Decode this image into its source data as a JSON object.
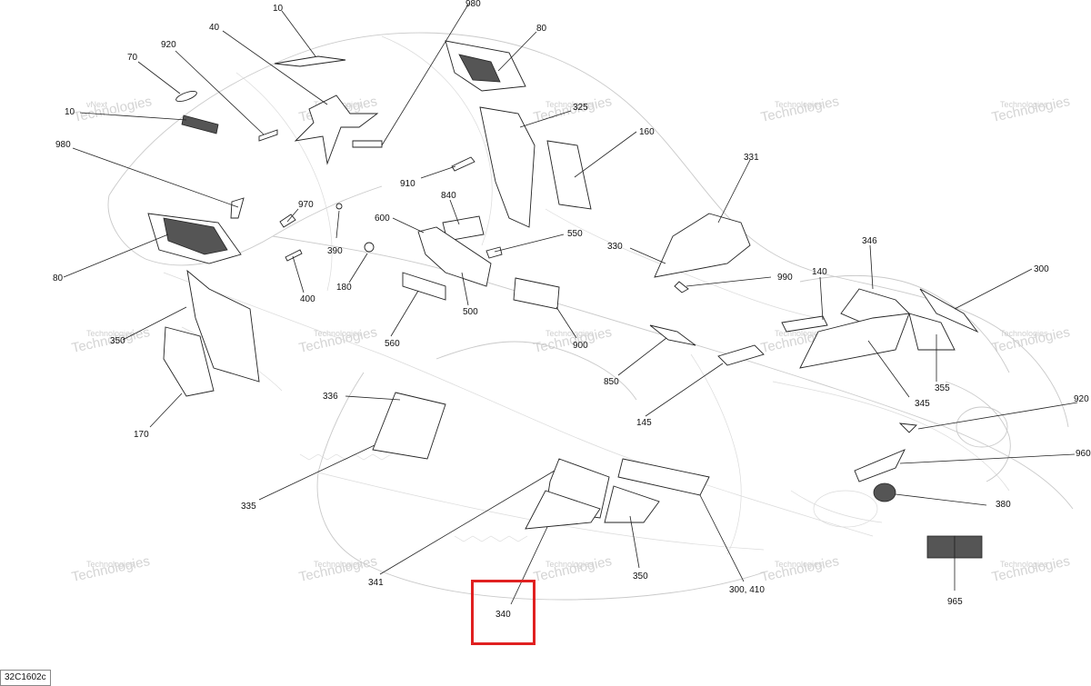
{
  "figure_code": "32C1602c",
  "watermark_line1": "vNext",
  "watermark_line2": "Technologies",
  "highlight_color": "#e02020",
  "callouts": [
    {
      "id": "c-10-top",
      "label": "10"
    },
    {
      "id": "c-980-top",
      "label": "980"
    },
    {
      "id": "c-80-top",
      "label": "80"
    },
    {
      "id": "c-40",
      "label": "40"
    },
    {
      "id": "c-920-left",
      "label": "920"
    },
    {
      "id": "c-70",
      "label": "70"
    },
    {
      "id": "c-10-left",
      "label": "10"
    },
    {
      "id": "c-325",
      "label": "325"
    },
    {
      "id": "c-160",
      "label": "160"
    },
    {
      "id": "c-980-left",
      "label": "980"
    },
    {
      "id": "c-910",
      "label": "910"
    },
    {
      "id": "c-970",
      "label": "970"
    },
    {
      "id": "c-840",
      "label": "840"
    },
    {
      "id": "c-331",
      "label": "331"
    },
    {
      "id": "c-600",
      "label": "600"
    },
    {
      "id": "c-550",
      "label": "550"
    },
    {
      "id": "c-390",
      "label": "390"
    },
    {
      "id": "c-346",
      "label": "346"
    },
    {
      "id": "c-330",
      "label": "330"
    },
    {
      "id": "c-80-left",
      "label": "80"
    },
    {
      "id": "c-180",
      "label": "180"
    },
    {
      "id": "c-300-right",
      "label": "300"
    },
    {
      "id": "c-140",
      "label": "140"
    },
    {
      "id": "c-990",
      "label": "990"
    },
    {
      "id": "c-400",
      "label": "400"
    },
    {
      "id": "c-500",
      "label": "500"
    },
    {
      "id": "c-350-left",
      "label": "350"
    },
    {
      "id": "c-560",
      "label": "560"
    },
    {
      "id": "c-900",
      "label": "900"
    },
    {
      "id": "c-850",
      "label": "850"
    },
    {
      "id": "c-355",
      "label": "355"
    },
    {
      "id": "c-336",
      "label": "336"
    },
    {
      "id": "c-345",
      "label": "345"
    },
    {
      "id": "c-920-right",
      "label": "920"
    },
    {
      "id": "c-145",
      "label": "145"
    },
    {
      "id": "c-170",
      "label": "170"
    },
    {
      "id": "c-960",
      "label": "960"
    },
    {
      "id": "c-335",
      "label": "335"
    },
    {
      "id": "c-380",
      "label": "380"
    },
    {
      "id": "c-341",
      "label": "341"
    },
    {
      "id": "c-350-bottom",
      "label": "350"
    },
    {
      "id": "c-300-410",
      "label": "300, 410"
    },
    {
      "id": "c-965",
      "label": "965"
    },
    {
      "id": "c-340",
      "label": "340"
    }
  ]
}
